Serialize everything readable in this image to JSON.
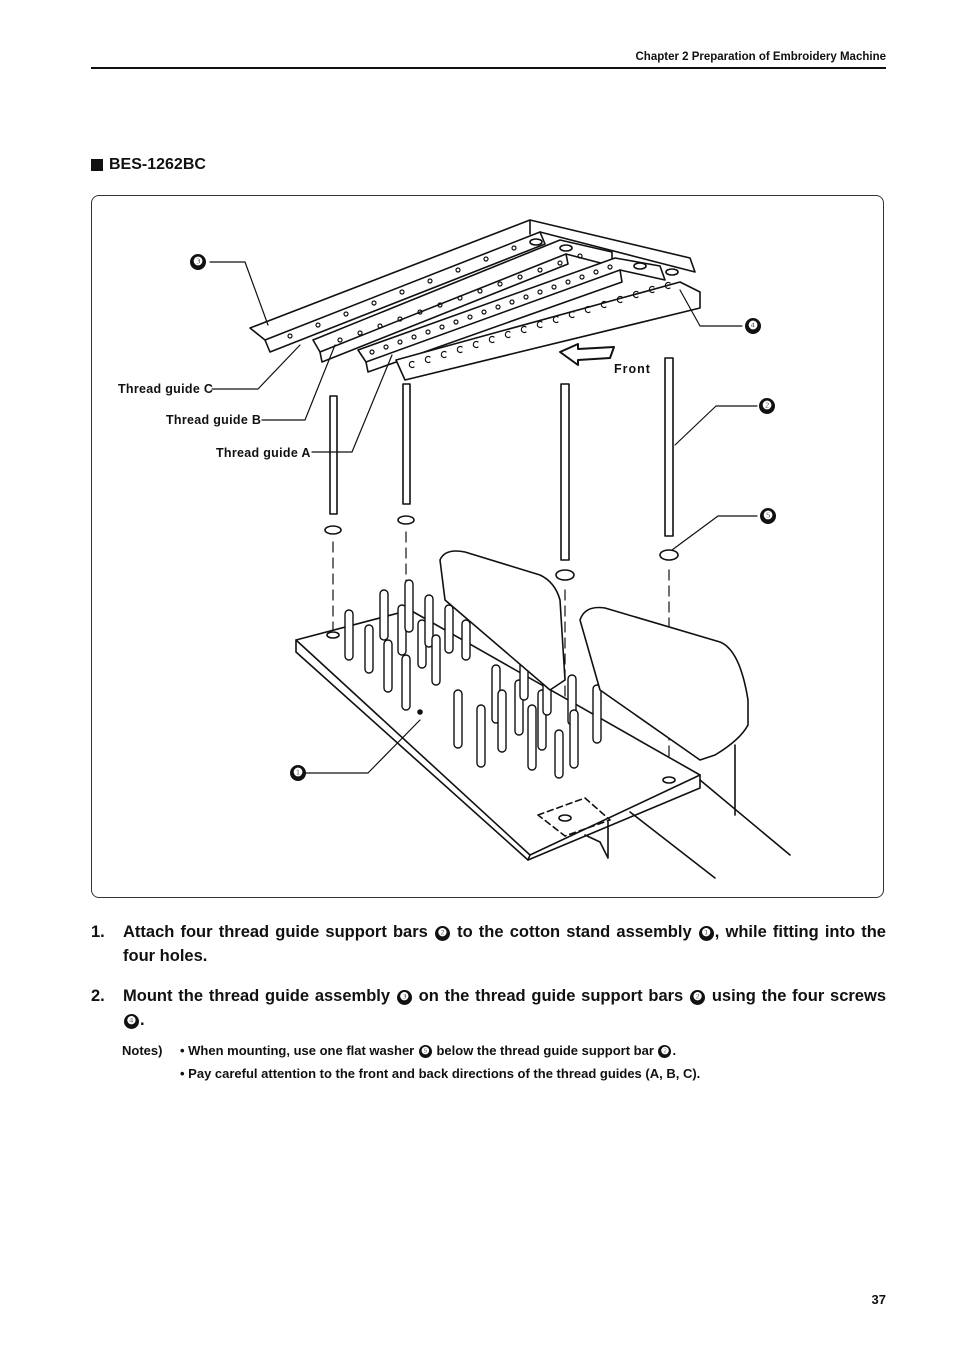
{
  "header": {
    "chapter_title": "Chapter 2  Preparation of Embroidery Machine"
  },
  "section": {
    "heading": "BES-1262BC"
  },
  "figure": {
    "labels": {
      "thread_guide_c": "Thread guide C",
      "thread_guide_b": "Thread guide B",
      "thread_guide_a": "Thread guide A",
      "front": "Front"
    },
    "callouts": {
      "n1": "❶",
      "n2": "❷",
      "n3": "❸",
      "n4": "❹",
      "n5": "❺"
    }
  },
  "steps": [
    {
      "number": "1.",
      "part1": "Attach four thread guide support bars ",
      "ref1": "❷",
      "part2": " to the cotton stand assembly ",
      "ref2": "❶",
      "part3": ", while fitting into the four holes."
    },
    {
      "number": "2.",
      "part1": "Mount the thread guide assembly ",
      "ref1": "❸",
      "part2": " on the thread guide support bars ",
      "ref2": "❷",
      "part3": " using the four screws ",
      "ref3": "❹",
      "part4": "."
    }
  ],
  "notes": {
    "label": "Notes)",
    "items": [
      {
        "part1": "• When mounting, use one flat washer ",
        "ref1": "❺",
        "part2": " below the thread guide support bar ",
        "ref2": "❷",
        "part3": "."
      },
      {
        "part1": "• Pay careful attention to the front and back directions of the thread guides (A, B, C)."
      }
    ]
  },
  "page": {
    "number": "37"
  }
}
